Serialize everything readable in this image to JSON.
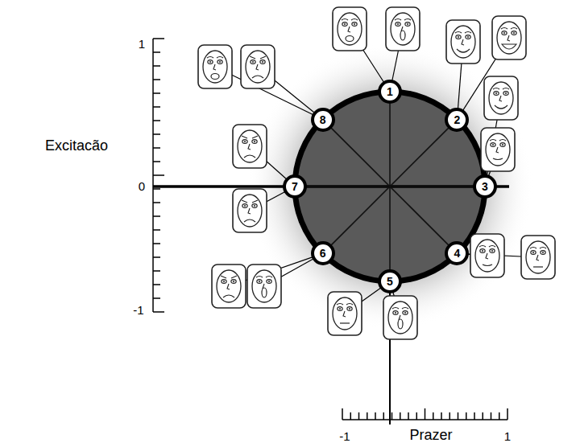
{
  "diagram": {
    "nodes": [
      {
        "text": [
          "1"
        ]
      },
      {
        "text": [
          "2"
        ]
      },
      {
        "text": [
          "3"
        ]
      },
      {
        "text": [
          "4"
        ]
      },
      {
        "text": [
          "5"
        ]
      },
      {
        "text": [
          "6"
        ]
      },
      {
        "text": [
          "7"
        ]
      },
      {
        "text": [
          "8"
        ]
      }
    ],
    "edges": [
      {
        "from": 0,
        "to": 4,
        "arrow": "none"
      },
      {
        "from": 1,
        "to": 5,
        "arrow": "none"
      },
      {
        "from": 2,
        "to": 6,
        "arrow": "none"
      },
      {
        "from": 3,
        "to": 7,
        "arrow": "none"
      }
    ],
    "labels": [
      "Excitacão",
      "Prazer",
      "1",
      "0",
      "-1",
      "-1",
      "1"
    ]
  }
}
